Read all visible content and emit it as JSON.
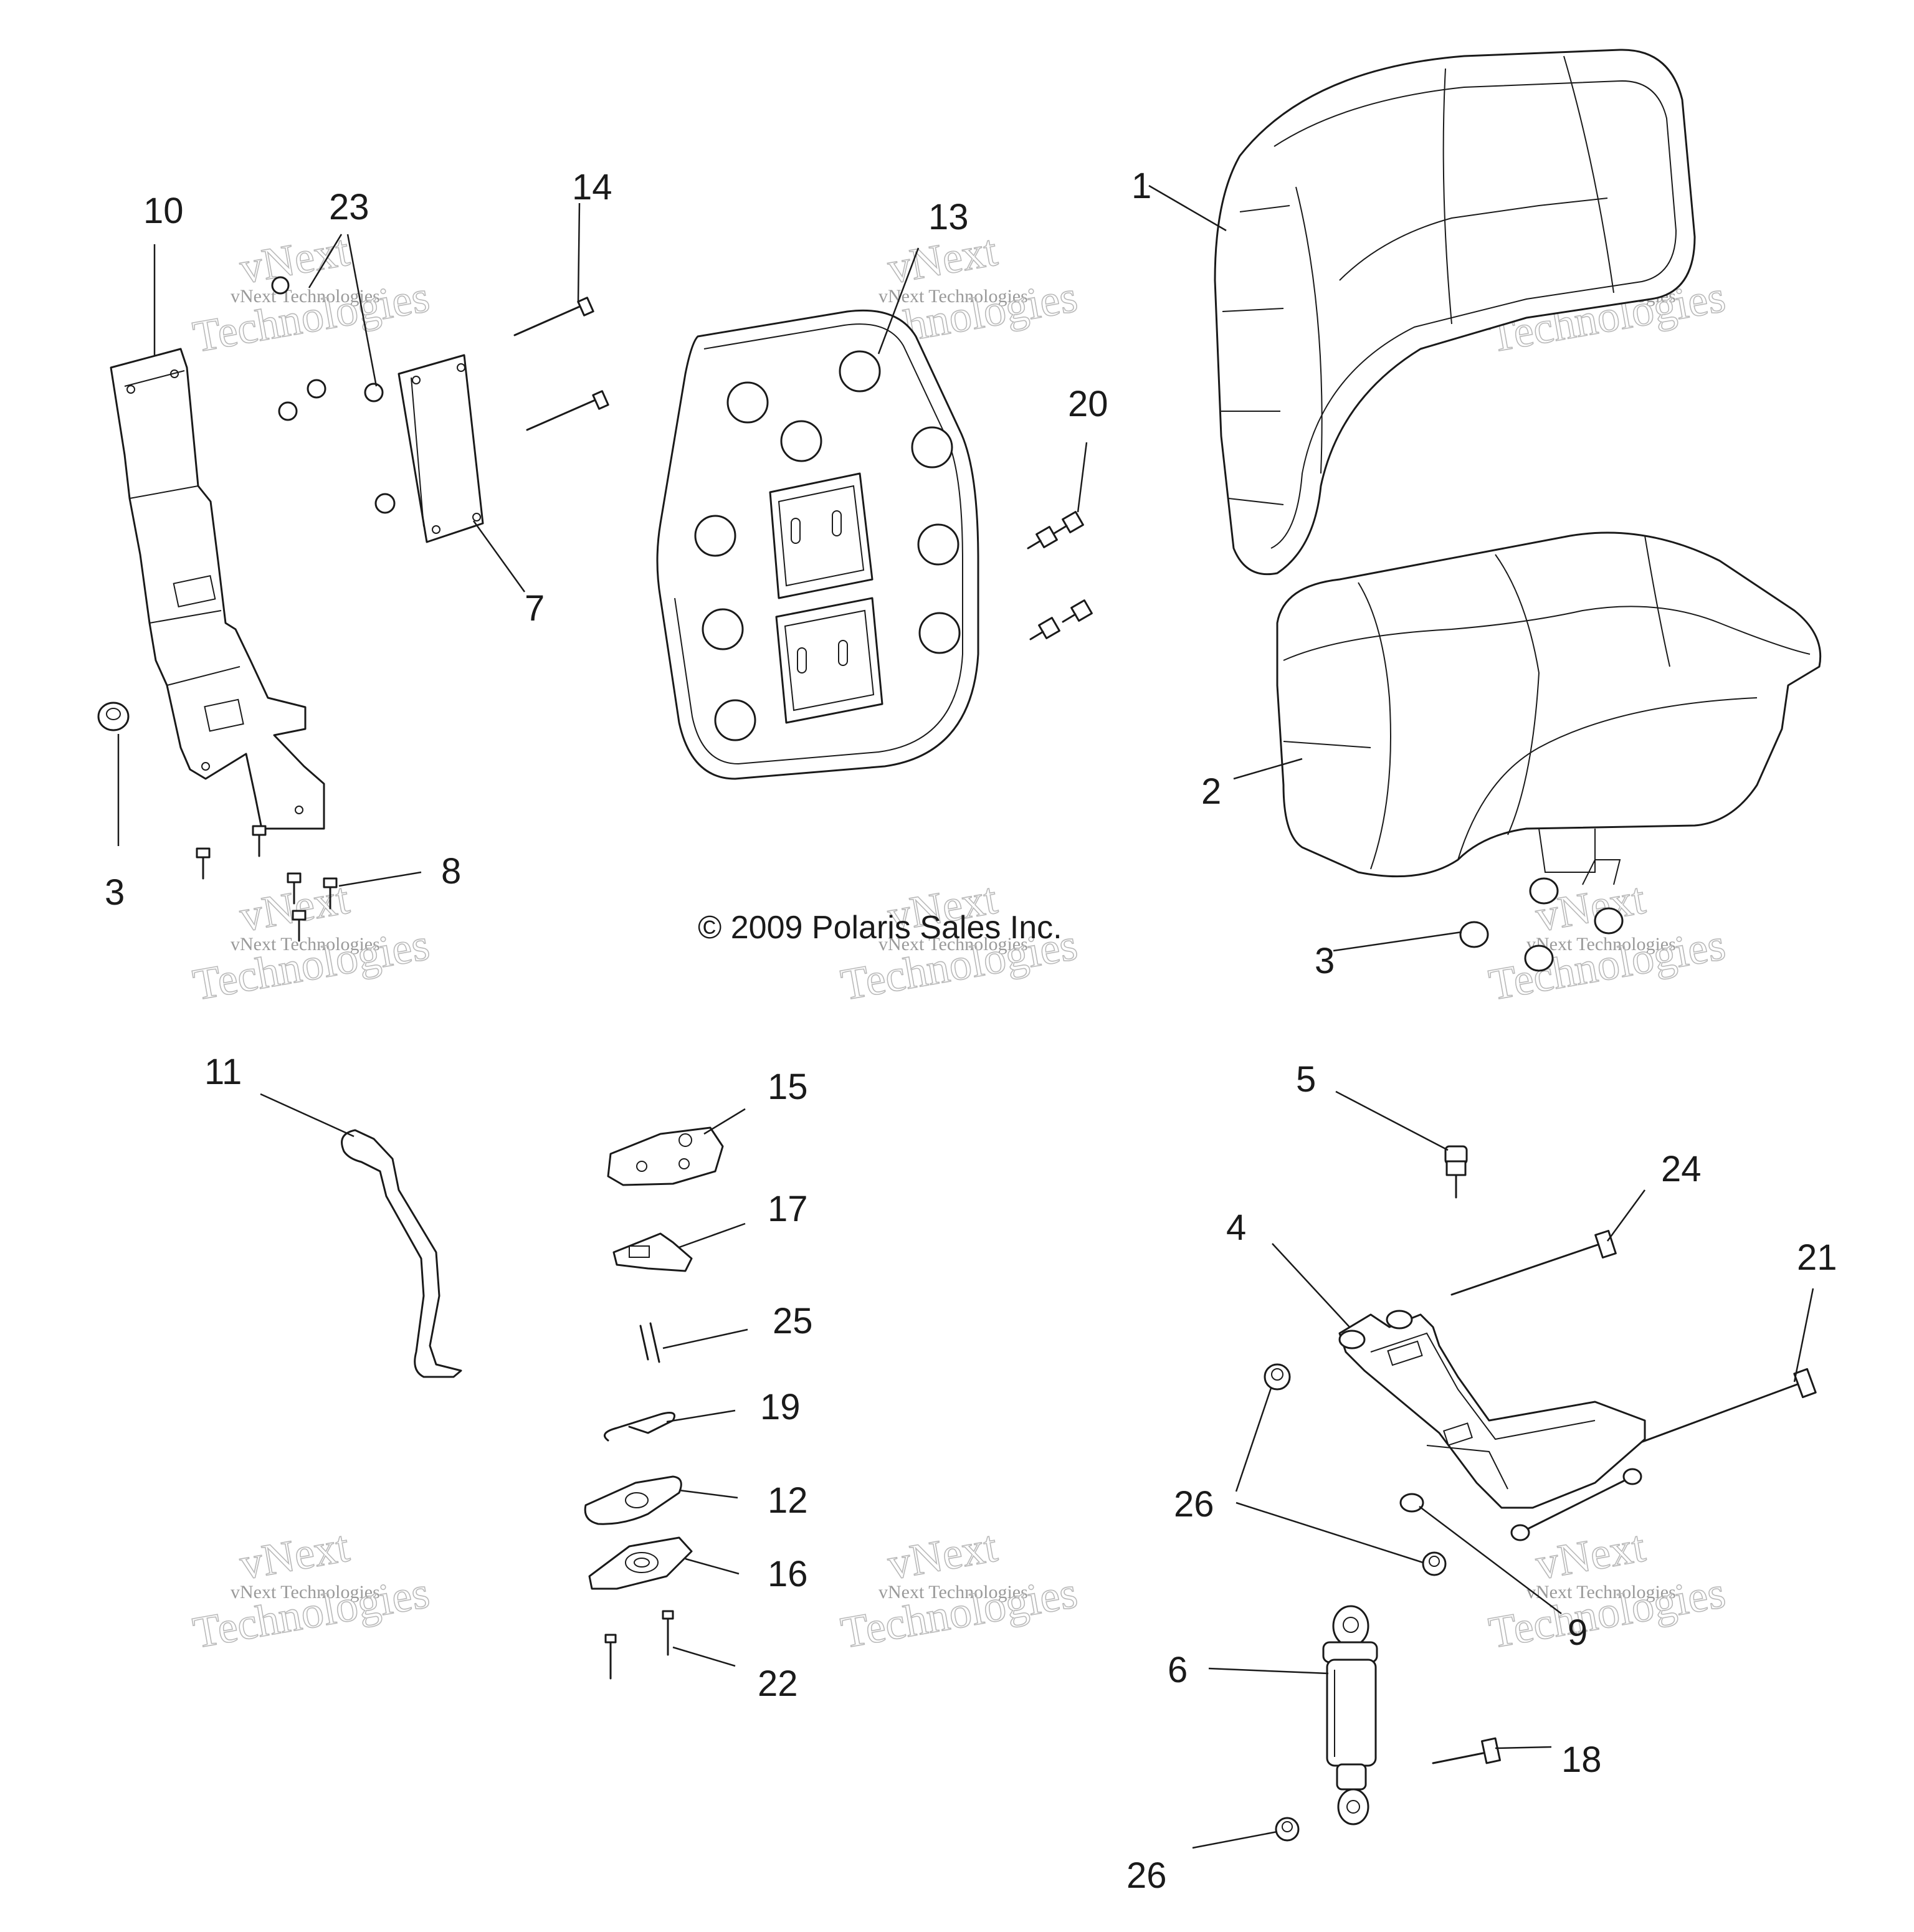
{
  "copyright": "© 2009 Polaris Sales Inc.",
  "watermark": {
    "line1": "vNext",
    "line2": "vNext Technologies",
    "line3": "Technologies"
  },
  "callouts": {
    "c1": "1",
    "c2": "2",
    "c3a": "3",
    "c3b": "3",
    "c4": "4",
    "c5": "5",
    "c6": "6",
    "c7": "7",
    "c8": "8",
    "c9": "9",
    "c10": "10",
    "c11": "11",
    "c12": "12",
    "c13": "13",
    "c14": "14",
    "c15": "15",
    "c16": "16",
    "c17": "17",
    "c18": "18",
    "c19": "19",
    "c20": "20",
    "c21": "21",
    "c22": "22",
    "c23": "23",
    "c24": "24",
    "c25": "25",
    "c26a": "26",
    "c26b": "26"
  }
}
